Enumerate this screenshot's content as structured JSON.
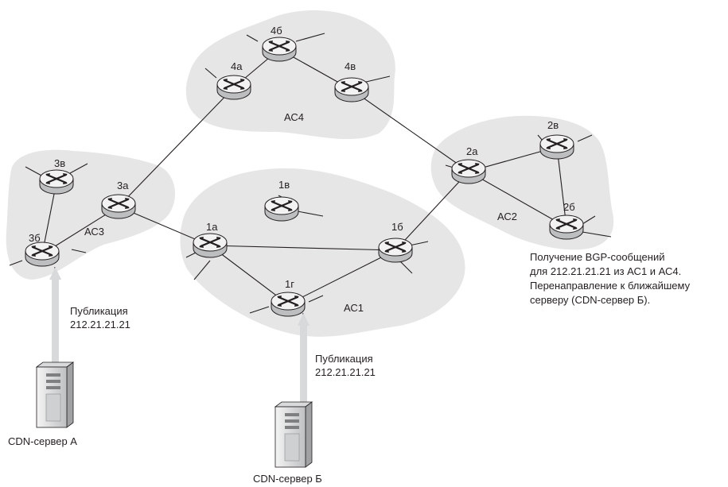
{
  "colors": {
    "region": "#e6e6e7",
    "line": "#231f20",
    "router_top": "#f2f2f2",
    "router_side": "#bcbec0",
    "arrow": "#d8d9da"
  },
  "regions": [
    {
      "id": "as4",
      "label": "АС4"
    },
    {
      "id": "as3",
      "label": "АС3"
    },
    {
      "id": "as1",
      "label": "АС1"
    },
    {
      "id": "as2",
      "label": "АС2"
    }
  ],
  "routers": [
    {
      "id": "4a",
      "label": "4а"
    },
    {
      "id": "4b",
      "label": "4б"
    },
    {
      "id": "4v",
      "label": "4в"
    },
    {
      "id": "3a",
      "label": "3а"
    },
    {
      "id": "3b",
      "label": "3б"
    },
    {
      "id": "3v",
      "label": "3в"
    },
    {
      "id": "1a",
      "label": "1а"
    },
    {
      "id": "1b",
      "label": "1б"
    },
    {
      "id": "1v",
      "label": "1в"
    },
    {
      "id": "1g",
      "label": "1г"
    },
    {
      "id": "2a",
      "label": "2а"
    },
    {
      "id": "2b",
      "label": "2б"
    },
    {
      "id": "2v",
      "label": "2в"
    }
  ],
  "links": [
    [
      "4a",
      "4b"
    ],
    [
      "4b",
      "4v"
    ],
    [
      "4a",
      "3a"
    ],
    [
      "4v",
      "2a"
    ],
    [
      "3a",
      "3b"
    ],
    [
      "3b",
      "3v"
    ],
    [
      "3a",
      "1a"
    ],
    [
      "1a",
      "1b"
    ],
    [
      "1a",
      "1g"
    ],
    [
      "1g",
      "1b"
    ],
    [
      "1b",
      "2a"
    ],
    [
      "2a",
      "2v"
    ],
    [
      "2a",
      "2b"
    ],
    [
      "2v",
      "2b"
    ]
  ],
  "servers": [
    {
      "id": "cdn-a",
      "label": "CDN-сервер А"
    },
    {
      "id": "cdn-b",
      "label": "CDN-сервер Б"
    }
  ],
  "announcements": [
    {
      "id": "ann-a",
      "line1": "Публикация",
      "line2": "212.21.21.21"
    },
    {
      "id": "ann-b",
      "line1": "Публикация",
      "line2": "212.21.21.21"
    }
  ],
  "note": [
    "Получение BGP-сообщений",
    "для 212.21.21.21 из АС1 и АС4.",
    "Перенаправление к ближайшему",
    "серверу (CDN-сервер Б)."
  ]
}
